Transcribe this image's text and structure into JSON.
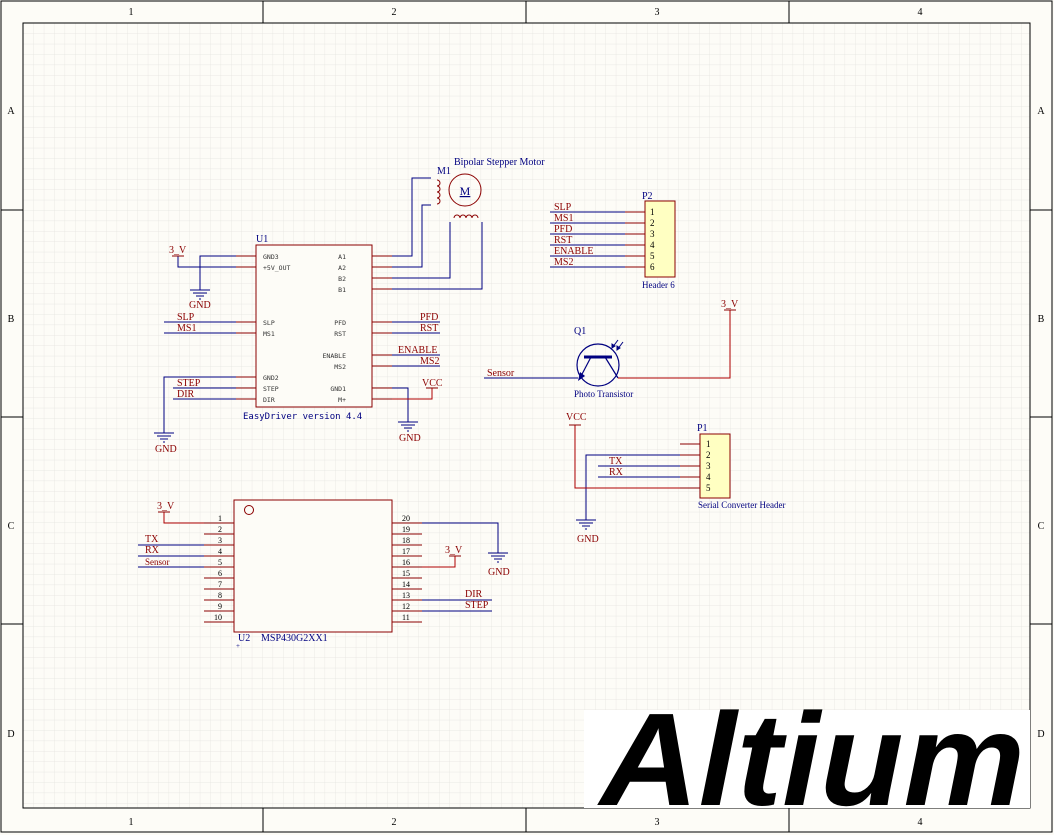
{
  "colors": {
    "sheet": "#fdfcf7",
    "grid": "#e3e3de",
    "border": "#000000",
    "wire": "#000080",
    "component": "#8b0000",
    "body_fill": "#fdfcf7",
    "header_fill": "#ffffc2",
    "net_label": "#8b0000",
    "designator": "#000080",
    "logo": "#000000"
  },
  "border": {
    "columns": [
      "1",
      "2",
      "3",
      "4"
    ],
    "rows": [
      "A",
      "B",
      "C",
      "D"
    ]
  },
  "motor": {
    "designator": "M1",
    "title": "Bipolar Stepper Motor",
    "letter": "M"
  },
  "u1": {
    "designator": "U1",
    "name": "EasyDriver version 4.4",
    "pins_left": [
      "GND3",
      "+5V_OUT",
      "SLP",
      "MS1",
      "GND2",
      "STEP",
      "DIR"
    ],
    "pins_right": [
      "A1",
      "A2",
      "B2",
      "B1",
      "PFD",
      "RST",
      "ENABLE",
      "MS2",
      "GND1",
      "M+"
    ]
  },
  "p2": {
    "designator": "P2",
    "name": "Header 6",
    "pins": [
      "1",
      "2",
      "3",
      "4",
      "5",
      "6"
    ],
    "nets": [
      "SLP",
      "MS1",
      "PFD",
      "RST",
      "ENABLE",
      "MS2"
    ]
  },
  "q1": {
    "designator": "Q1",
    "name": "Photo Transistor"
  },
  "p1": {
    "designator": "P1",
    "name": "Serial Converter Header",
    "pins": [
      "1",
      "2",
      "3",
      "4",
      "5"
    ]
  },
  "u2": {
    "designator": "U2",
    "name": "MSP430G2XX1",
    "pins_left": [
      "1",
      "2",
      "3",
      "4",
      "5",
      "6",
      "7",
      "8",
      "9",
      "10"
    ],
    "pins_right": [
      "20",
      "19",
      "18",
      "17",
      "16",
      "15",
      "14",
      "13",
      "12",
      "11"
    ]
  },
  "nets": {
    "v3": "3_V",
    "gnd": "GND",
    "vcc": "VCC",
    "slp": "SLP",
    "ms1": "MS1",
    "ms2": "MS2",
    "pfd": "PFD",
    "rst": "RST",
    "enable": "ENABLE",
    "step": "STEP",
    "dir": "DIR",
    "sensor": "Sensor",
    "tx": "TX",
    "rx": "RX"
  },
  "logo": {
    "text": "Altium"
  }
}
